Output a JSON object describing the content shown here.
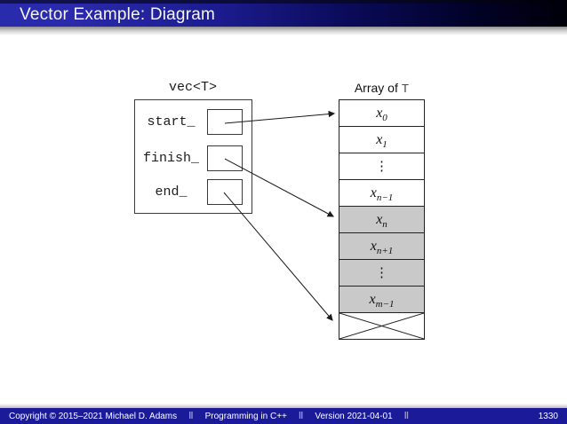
{
  "header": {
    "title": "Vector Example: Diagram"
  },
  "diagram": {
    "vec_label": "vec<T>",
    "array_label": {
      "prefix": "Array of ",
      "type": "T"
    },
    "pointers": [
      {
        "label": "start_"
      },
      {
        "label": "finish_"
      },
      {
        "label": "end_"
      }
    ],
    "cells": [
      {
        "var": "x",
        "sub": "0",
        "shaded": false
      },
      {
        "var": "x",
        "sub": "1",
        "shaded": false
      },
      {
        "dots": "⋮",
        "shaded": false
      },
      {
        "var": "x",
        "sub": "n−1",
        "shaded": false
      },
      {
        "var": "x",
        "sub": "n",
        "shaded": true
      },
      {
        "var": "x",
        "sub": "n+1",
        "shaded": true
      },
      {
        "dots": "⋮",
        "shaded": true
      },
      {
        "var": "x",
        "sub": "m−1",
        "shaded": true
      },
      {
        "crossed": true
      }
    ]
  },
  "footer": {
    "copyright": "Copyright © 2015–2021 Michael D. Adams",
    "course": "Programming in C++",
    "version": "Version 2021-04-01",
    "separator": "‖",
    "page": "1330"
  },
  "colors": {
    "header_blue": "#2a2aac",
    "header_dark": "#000009",
    "footer_blue": "#1b1b9a",
    "shaded_cell": "#c9c9c9",
    "diagram_line": "#1a1a1a",
    "separator_gray": "#9a9ad0",
    "title_text": "#f5f5f5"
  }
}
